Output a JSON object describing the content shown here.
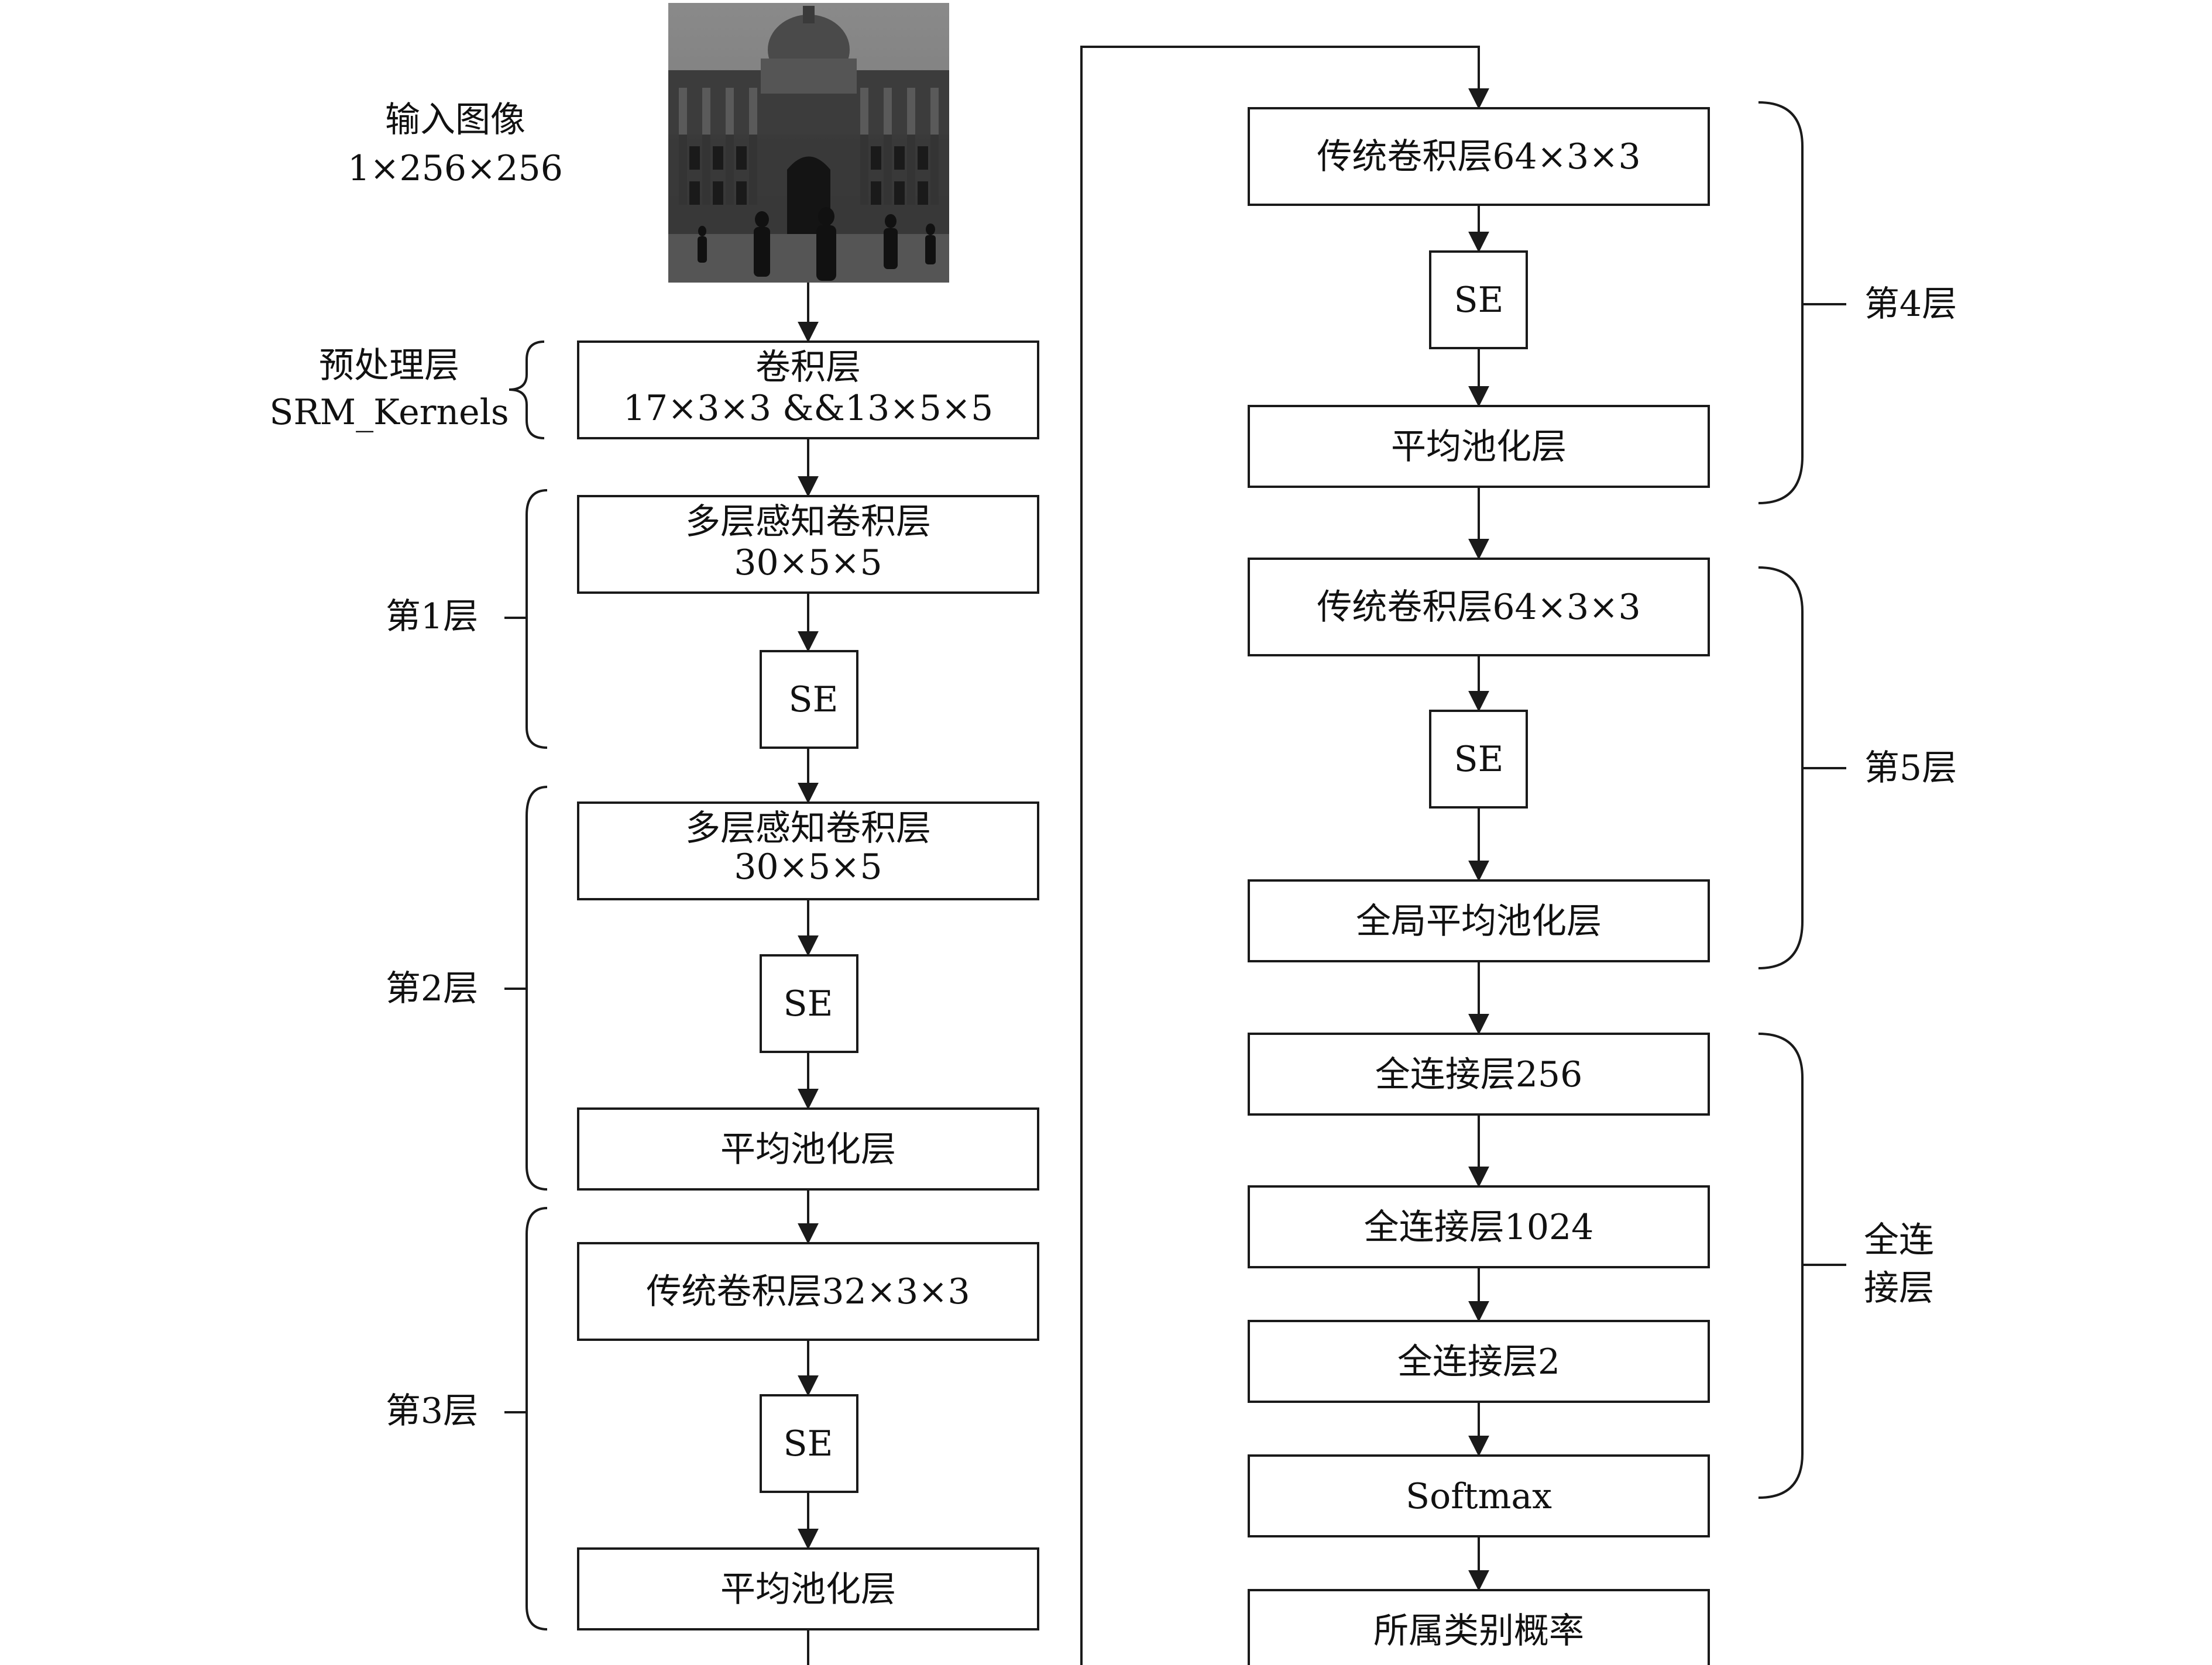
{
  "input": {
    "title": "输入图像",
    "size": "1×256×256",
    "image": "grayscale photo of a baroque building facade with dome and pedestrians"
  },
  "preprocess": {
    "label_line1": "预处理层",
    "label_line2": "SRM_Kernels",
    "box_line1": "卷积层",
    "box_line2": "17×3×3 &&13×5×5"
  },
  "left_column": {
    "layer1_label": "第1层",
    "layer1_box_line1": "多层感知卷积层",
    "layer1_box_line2": "30×5×5",
    "layer1_se": "SE",
    "layer2_label": "第2层",
    "layer2_box_line1": "多层感知卷积层",
    "layer2_box_line2": "30×5×5",
    "layer2_se": "SE",
    "layer2_pool": "平均池化层",
    "layer3_label": "第3层",
    "layer3_conv": "传统卷积层32×3×3",
    "layer3_se": "SE",
    "layer3_pool": "平均池化层"
  },
  "right_column": {
    "layer4_label": "第4层",
    "layer4_conv": "传统卷积层64×3×3",
    "layer4_se": "SE",
    "layer4_pool": "平均池化层",
    "layer5_label": "第5层",
    "layer5_conv": "传统卷积层64×3×3",
    "layer5_se": "SE",
    "layer5_pool": "全局平均池化层",
    "fc_label_line1": "全连",
    "fc_label_line2": "接层",
    "fc1": "全连接层256",
    "fc2": "全连接层1024",
    "fc3": "全连接层2",
    "softmax": "Softmax",
    "output": "所属类别概率"
  }
}
